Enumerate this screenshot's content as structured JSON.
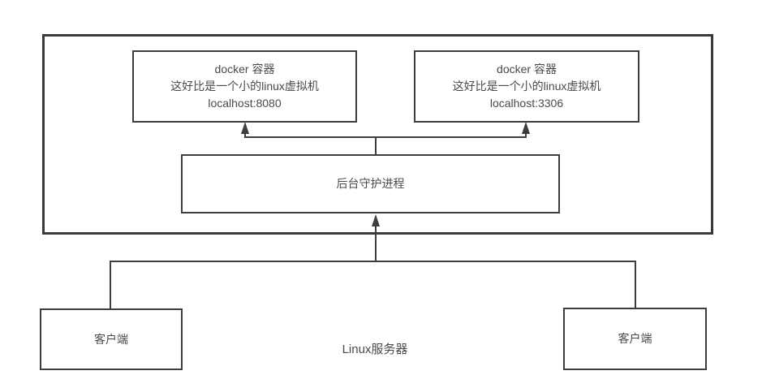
{
  "colors": {
    "line": "#3d3d3d",
    "text": "#4a4a4a",
    "background": "#ffffff"
  },
  "server": {
    "label": "Linux服务器"
  },
  "daemon": {
    "label": "后台守护进程"
  },
  "containers": [
    {
      "title": "docker 容器",
      "desc": "这好比是一个小的linux虚拟机",
      "addr": "localhost:8080"
    },
    {
      "title": "docker 容器",
      "desc": "这好比是一个小的linux虚拟机",
      "addr": "localhost:3306"
    }
  ],
  "clients": [
    {
      "label": "客户端"
    },
    {
      "label": "客户端"
    }
  ]
}
